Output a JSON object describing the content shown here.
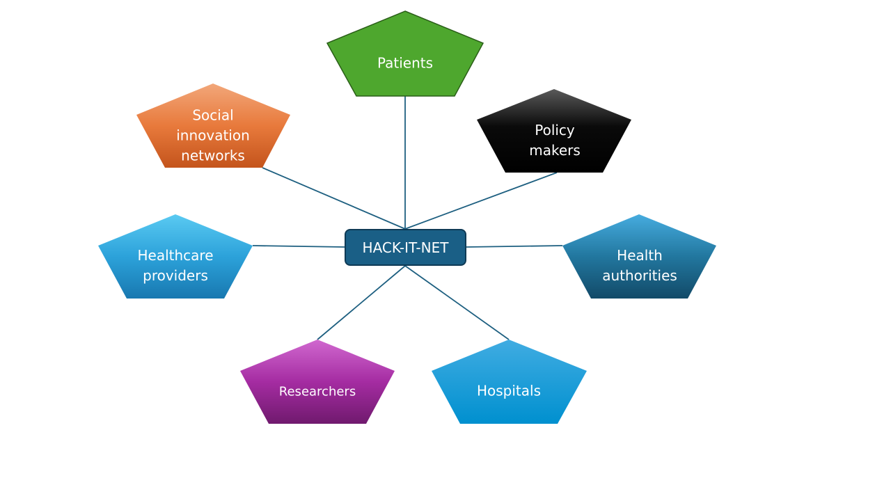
{
  "diagram": {
    "hub": {
      "label": "HACK-IT-NET",
      "fill": "#1a5f86"
    },
    "connector_color": "#1d5f80",
    "nodes": [
      {
        "id": "patients",
        "label_lines": [
          "Patients"
        ],
        "fill": "#4ea72e"
      },
      {
        "id": "social-innovation-networks",
        "label_lines": [
          "Social",
          "innovation",
          "networks"
        ],
        "fill_top": "#f2a77a",
        "fill_bottom": "#c4541c"
      },
      {
        "id": "policy-makers",
        "label_lines": [
          "Policy",
          "makers"
        ],
        "fill_top": "#5a5a5a",
        "fill_bottom": "#000000"
      },
      {
        "id": "healthcare-providers",
        "label_lines": [
          "Healthcare",
          "providers"
        ],
        "fill_top": "#5acaf2",
        "fill_bottom": "#1878b0"
      },
      {
        "id": "health-authorities",
        "label_lines": [
          "Health",
          "authorities"
        ],
        "fill_top": "#46acdf",
        "fill_bottom": "#124a68"
      },
      {
        "id": "researchers",
        "label_lines": [
          "Researchers"
        ],
        "fill_top": "#d068cf",
        "fill_bottom": "#701a6e"
      },
      {
        "id": "hospitals",
        "label_lines": [
          "Hospitals"
        ],
        "fill_top": "#40ace2",
        "fill_bottom": "#0090cf"
      }
    ]
  }
}
